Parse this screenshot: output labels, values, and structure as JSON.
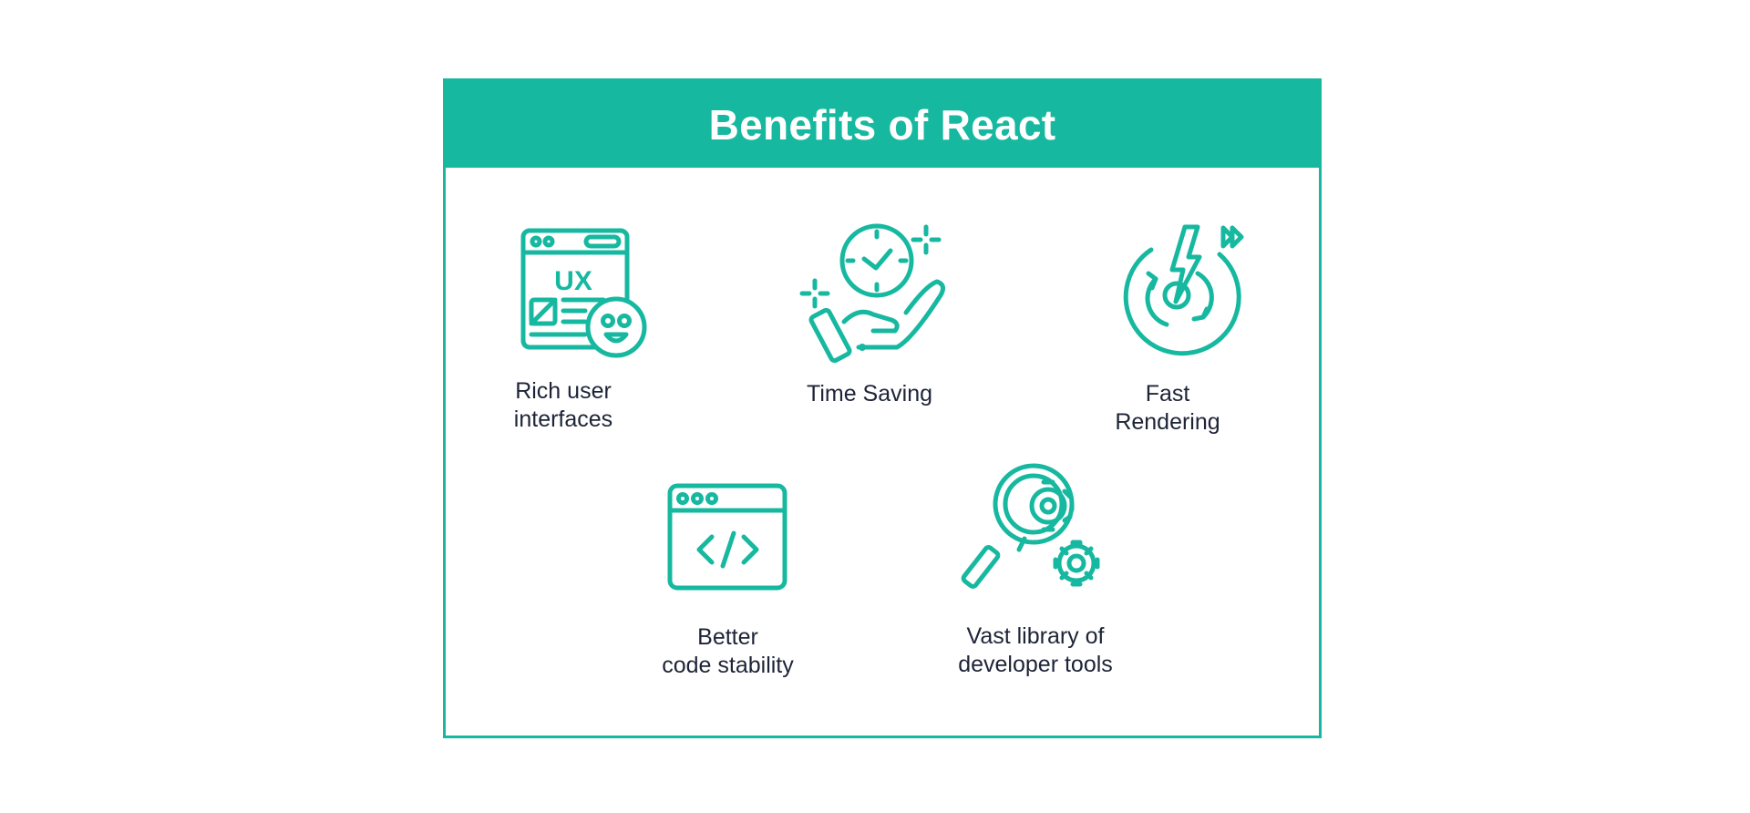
{
  "title": "Benefits of React",
  "colors": {
    "accent": "#17b8a0",
    "text": "#1d2437",
    "background": "#ffffff"
  },
  "benefits": [
    {
      "icon": "ux-window-smiley-icon",
      "lines": [
        "Rich user",
        "interfaces"
      ],
      "icon_text": "UX"
    },
    {
      "icon": "clock-hand-icon",
      "lines": [
        "Time Saving"
      ]
    },
    {
      "icon": "lightning-speed-icon",
      "lines": [
        "Fast",
        "Rendering"
      ]
    },
    {
      "icon": "code-window-icon",
      "lines": [
        "Better",
        "code stability"
      ]
    },
    {
      "icon": "magnifier-gears-icon",
      "lines": [
        "Vast library of",
        "developer tools"
      ]
    }
  ]
}
